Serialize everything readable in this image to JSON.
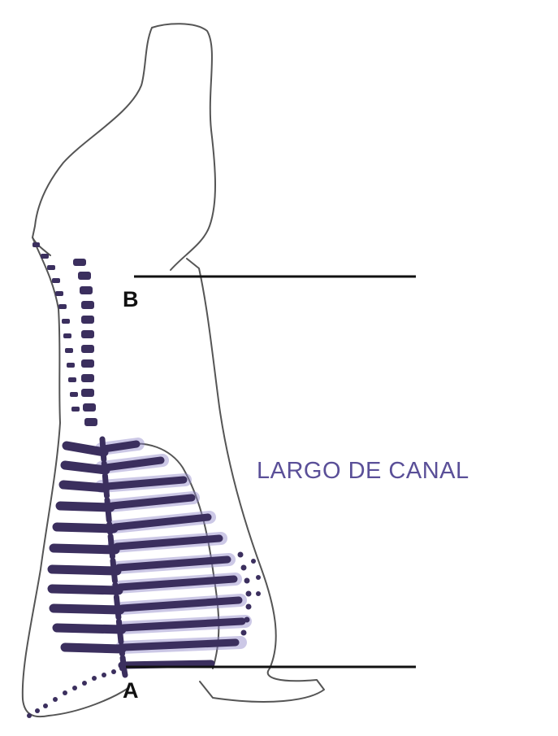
{
  "diagram": {
    "labels": {
      "point_b": "B",
      "point_a": "A",
      "measurement": "LARGO DE CANAL"
    },
    "colors": {
      "outline": "#555555",
      "bone": "#3b2f5e",
      "bone_halo": "#8f86c9",
      "measure_line": "#111111",
      "measurement_text": "#5a4f98"
    }
  }
}
